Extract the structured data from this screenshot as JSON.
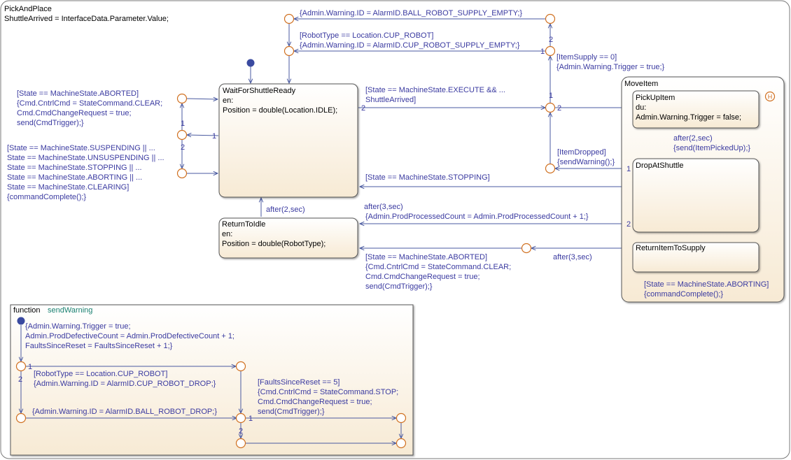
{
  "chart_root": {
    "title": "PickAndPlace",
    "entry_action": "ShuttleArrived = InterfaceData.Parameter.Value;"
  },
  "states": {
    "wait": {
      "name": "WaitForShuttleReady",
      "line1": "en:",
      "line2": "Position = double(Location.IDLE);"
    },
    "return_idle": {
      "name": "ReturnToIdle",
      "line1": "en:",
      "line2": "Position = double(RobotType);"
    },
    "move_item": {
      "name": "MoveItem"
    },
    "pick_up": {
      "name": "PickUpItem",
      "line1": "du:",
      "line2": "Admin.Warning.Trigger = false;"
    },
    "drop": {
      "name": "DropAtShuttle"
    },
    "return_supply": {
      "name": "ReturnItemToSupply"
    },
    "history_mark": "H"
  },
  "function_box": {
    "keyword": "function",
    "name": "sendWarning"
  },
  "labels": {
    "ball_empty": "{Admin.Warning.ID = AlarmID.BALL_ROBOT_SUPPLY_EMPTY;}",
    "cup_cond": "[RobotType == Location.CUP_ROBOT]",
    "cup_empty": "{Admin.Warning.ID = AlarmID.CUP_ROBOT_SUPPLY_EMPTY;}",
    "supply_cond": "[ItemSupply == 0]",
    "supply_act": "{Admin.Warning.Trigger = true;}",
    "exec_cond_1": "[State == MachineState.EXECUTE && ...",
    "exec_cond_2": "ShuttleArrived]",
    "aborted_cond": "[State == MachineState.ABORTED]",
    "aborted_act1": "{Cmd.CntrlCmd = StateCommand.CLEAR;",
    "aborted_act2": "Cmd.CmdChangeRequest = true;",
    "aborted_act3": "send(CmdTrigger);}",
    "susp_1": "[State == MachineState.SUSPENDING || ...",
    "susp_2": "State == MachineState.UNSUSPENDING || ...",
    "susp_3": "State == MachineState.STOPPING || ...",
    "susp_4": "State == MachineState.ABORTING || ...",
    "susp_5": "State == MachineState.CLEARING]",
    "susp_6": "{commandComplete();}",
    "after_2_idle": "after(2,sec)",
    "stopping_cond": "[State == MachineState.STOPPING]",
    "after_3_prod": "after(3,sec)",
    "prod_count": "{Admin.ProdProcessedCount = Admin.ProdProcessedCount + 1;}",
    "aborted2_cond": "[State == MachineState.ABORTED]",
    "aborted2_act1": "{Cmd.CntrlCmd = StateCommand.CLEAR;",
    "aborted2_act2": "Cmd.CmdChangeRequest = true;",
    "aborted2_act3": "send(CmdTrigger);}",
    "after_3_supply": "after(3,sec)",
    "dropped_cond": "[ItemDropped]",
    "dropped_act": "{sendWarning();}",
    "after_2_pick": "after(2,sec)",
    "picked_act": "{send(ItemPickedUp);}",
    "aborting_cond": "[State == MachineState.ABORTING]",
    "aborting_act": "{commandComplete();}",
    "fn_entry_1": "{Admin.Warning.Trigger = true;",
    "fn_entry_2": "Admin.ProdDefectiveCount = Admin.ProdDefectiveCount + 1;",
    "fn_entry_3": "FaultsSinceReset = FaultsSinceReset + 1;}",
    "fn_cup_cond": "[RobotType == Location.CUP_ROBOT]",
    "fn_cup_act": "{Admin.Warning.ID = AlarmID.CUP_ROBOT_DROP;}",
    "fn_ball_act": "{Admin.Warning.ID = AlarmID.BALL_ROBOT_DROP;}",
    "fn_faults_cond": "[FaultsSinceReset == 5]",
    "fn_faults_act1": "{Cmd.CntrlCmd = StateCommand.STOP;",
    "fn_faults_act2": "Cmd.CmdChangeRequest = true;",
    "fn_faults_act3": "send(CmdTrigger);}"
  },
  "order_numbers": {
    "n2_top": "2",
    "n1_supply": "1",
    "n1_exec": "1",
    "n2_exec": "2",
    "n2_exec_out": "2",
    "n1_left_top": "1",
    "n2_left_mid": "2",
    "n1_left_in": "1",
    "n1_drop": "1",
    "n2_drop": "2",
    "n1_fn_a": "1",
    "n2_fn_a": "2",
    "n1_fn_b": "1",
    "n2_fn_b": "2"
  },
  "colors": {
    "state_fill": "#fdf6e8",
    "state_stroke": "#555555",
    "transition": "#4a5aa0",
    "junction": "#d07020",
    "default_dot": "#3a4aa0",
    "event_orange": "#c07000",
    "func_teal": "#1a8070"
  }
}
